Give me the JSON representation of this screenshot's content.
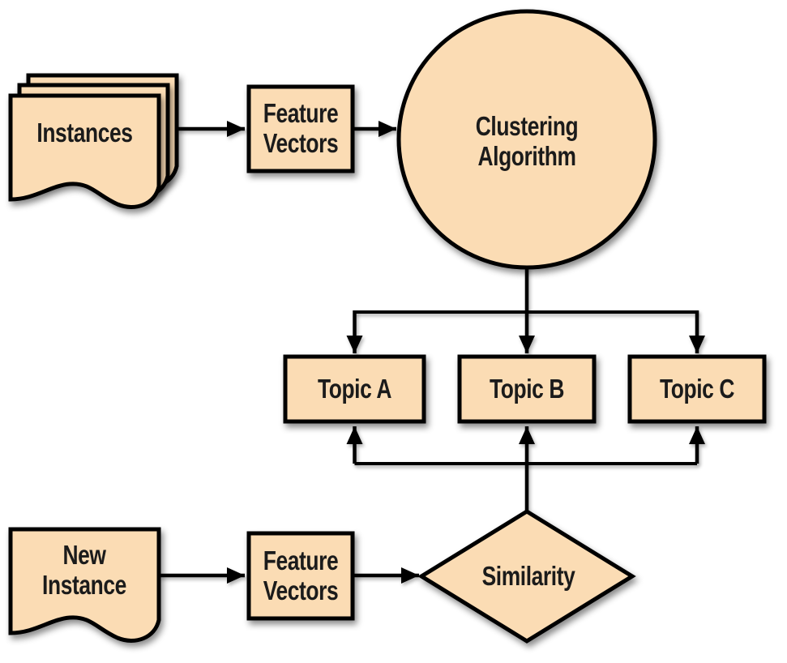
{
  "colors": {
    "background": "#ffffff",
    "shape_fill": "#fbdcb4",
    "stroke": "#000000",
    "text": "#1b1b1b"
  },
  "nodes": {
    "instances": {
      "label": "Instances",
      "shape": "document-stack"
    },
    "feature_vectors_top": {
      "label": "Feature\nVectors",
      "shape": "rectangle"
    },
    "clustering_algorithm": {
      "label": "Clustering\nAlgorithm",
      "shape": "circle"
    },
    "topic_a": {
      "label": "Topic A",
      "shape": "rectangle"
    },
    "topic_b": {
      "label": "Topic B",
      "shape": "rectangle"
    },
    "topic_c": {
      "label": "Topic C",
      "shape": "rectangle"
    },
    "new_instance": {
      "label": "New\nInstance",
      "shape": "document"
    },
    "feature_vectors_bottom": {
      "label": "Feature\nVectors",
      "shape": "rectangle"
    },
    "similarity": {
      "label": "Similarity",
      "shape": "diamond"
    }
  }
}
